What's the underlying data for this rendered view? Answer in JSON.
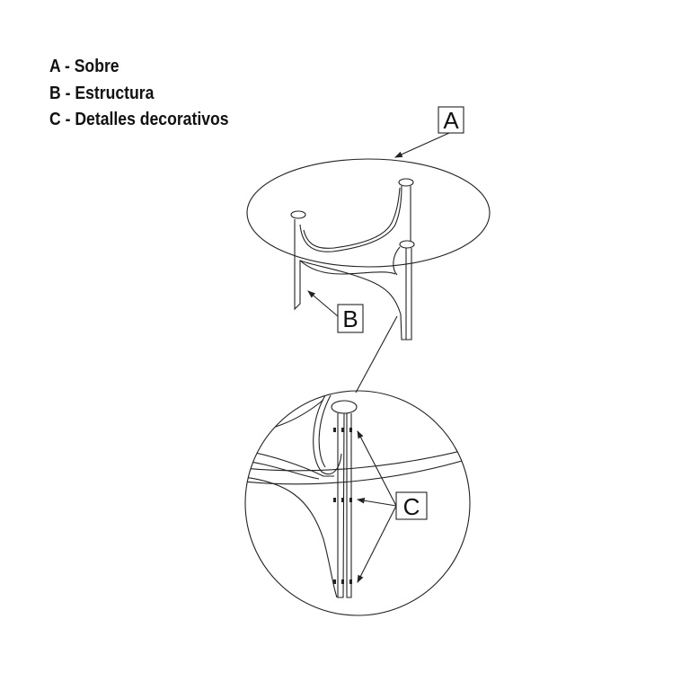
{
  "legend": [
    "A - Sobre",
    "B - Estructura",
    "C - Detalles decorativos"
  ],
  "callouts": {
    "a": "A",
    "b": "B",
    "c": "C"
  },
  "colors": {
    "line": "#222222",
    "background": "#ffffff"
  }
}
